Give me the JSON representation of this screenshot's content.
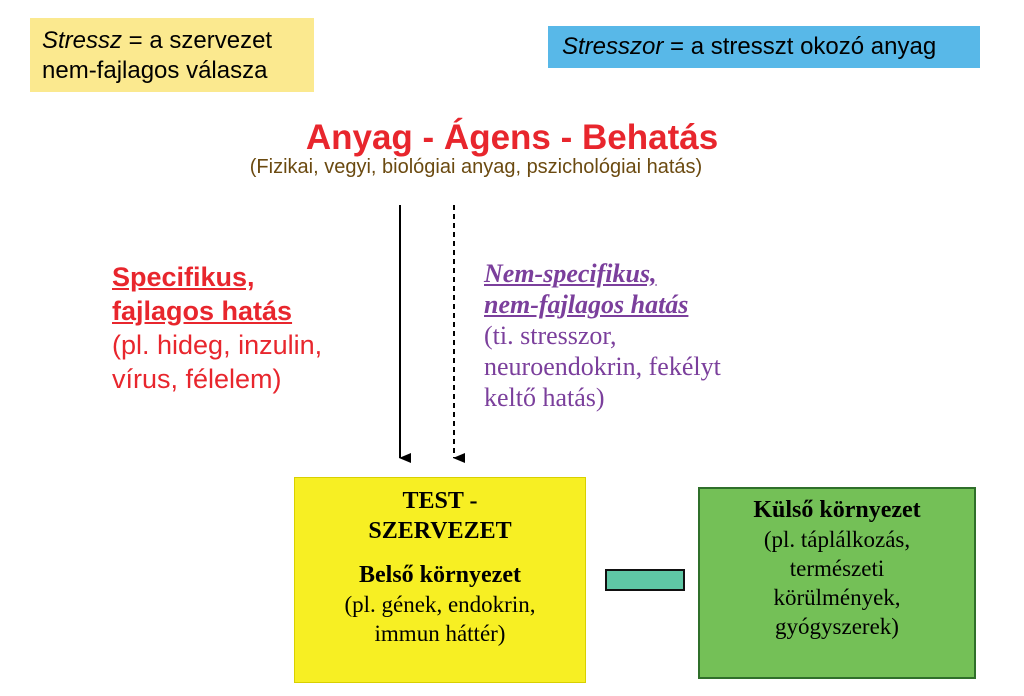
{
  "stress_box": {
    "term": "Stressz",
    "def_line1": " = a szervezet",
    "def_line2": "nem-fajlagos válasza"
  },
  "stresszor_box": {
    "term": "Stresszor",
    "definition": " = a stresszt okozó anyag"
  },
  "header": {
    "title": "Anyag - Ágens - Behatás",
    "subtitle": "(Fizikai, vegyi, biológiai anyag, pszichológiai hatás)"
  },
  "specific": {
    "line1": "Specifikus,",
    "line2": "fajlagos hatás",
    "line3": "(pl. hideg, inzulin,",
    "line4": "vírus, félelem)"
  },
  "nonspecific": {
    "line1": "Nem-specifikus,",
    "line2": "nem-fajlagos hatás",
    "line3": "(ti. stresszor,",
    "line4": "neuroendokrin, fekélyt",
    "line5": "keltő hatás)"
  },
  "test_box": {
    "title_line1": "TEST -",
    "title_line2": "SZERVEZET",
    "inner_title": "Belső környezet",
    "inner_line1": "(pl. gének, endokrin,",
    "inner_line2": "immun háttér)"
  },
  "external_box": {
    "title": "Külső környezet",
    "line1": "(pl. táplálkozás,",
    "line2": "természeti",
    "line3": "körülmények,",
    "line4": "gyógyszerek)"
  },
  "colors": {
    "red": "#e8262d",
    "purple": "#7b3f9c",
    "yellow_box": "#f7ef23",
    "green_box": "#74c057",
    "blue_box": "#58b8e8",
    "pale_yellow_box": "#fbe98f"
  }
}
